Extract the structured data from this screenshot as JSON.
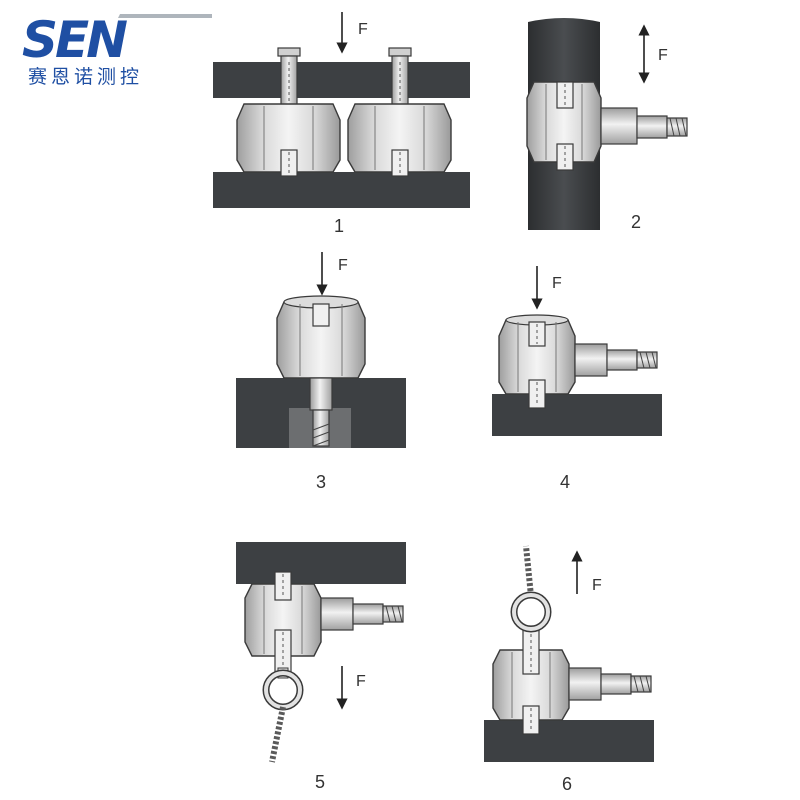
{
  "brand": {
    "logo": "SEN",
    "subtitle": "赛恩诺测控",
    "colors": {
      "primary": "#1f4fa3",
      "accent": "#9aa2ab"
    }
  },
  "diagram": {
    "force_symbol": "F",
    "colors": {
      "plate": "#3d4043",
      "body": "#e4e4e4",
      "shade": "#a9a9a9",
      "outline": "#3a3a3a"
    },
    "panels": [
      {
        "number": "1",
        "force_direction": "down"
      },
      {
        "number": "2",
        "force_direction": "up-down"
      },
      {
        "number": "3",
        "force_direction": "down"
      },
      {
        "number": "4",
        "force_direction": "down"
      },
      {
        "number": "5",
        "force_direction": "down"
      },
      {
        "number": "6",
        "force_direction": "up"
      }
    ]
  }
}
